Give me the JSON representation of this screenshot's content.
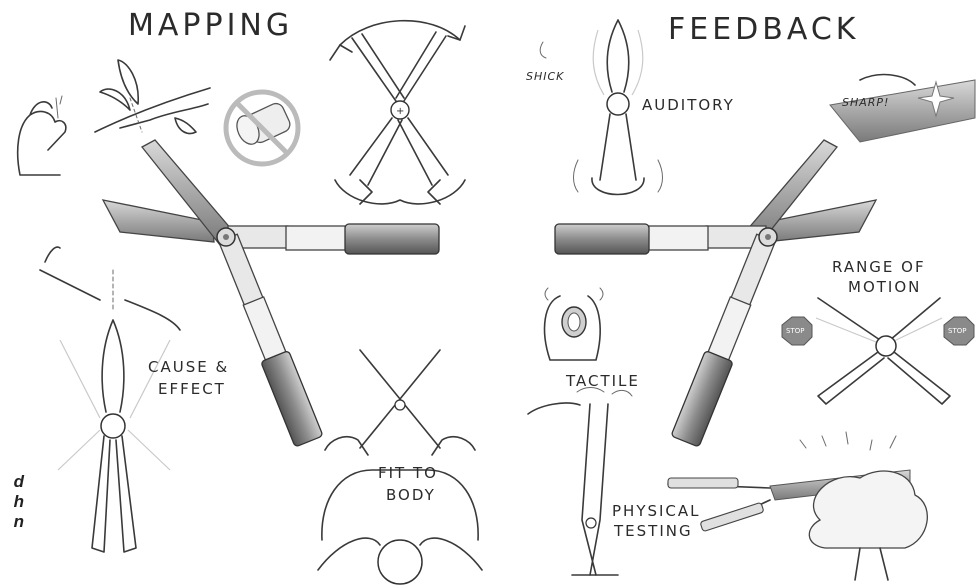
{
  "labels": {
    "mapping": "Mapping",
    "feedback": "Feedback",
    "auditory": "Auditory",
    "sharp": "Sharp!",
    "shick": "Shick",
    "range_of_motion_1": "Range Of",
    "range_of_motion_2": "Motion",
    "cause_effect_1": "Cause &",
    "cause_effect_2": "Effect",
    "fit_to_body_1": "Fit To",
    "fit_to_body_2": "Body",
    "tactile": "Tactile",
    "physical_testing_1": "Physical",
    "physical_testing_2": "Testing",
    "stop_left": "Stop",
    "stop_right": "Stop"
  },
  "side_caption": {
    "line1": "d",
    "line2": "h",
    "line3": "n"
  },
  "colors": {
    "ink": "#3a3a3a",
    "metal": "#9a9a9a",
    "stop_sign": "#8a8a8a"
  }
}
